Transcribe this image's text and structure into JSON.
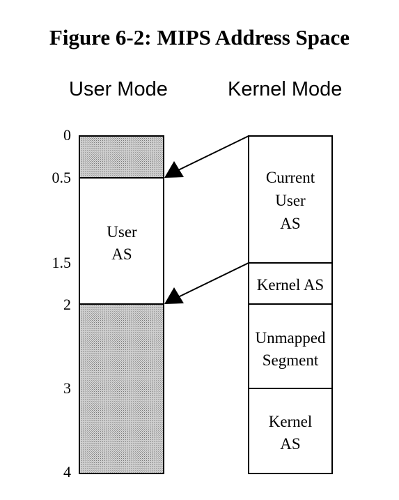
{
  "title": "Figure 6-2: MIPS Address Space",
  "columns": {
    "user_mode": "User Mode",
    "kernel_mode": "Kernel Mode"
  },
  "ticks": [
    "0",
    "0.5",
    "1.5",
    "2",
    "3",
    "4"
  ],
  "user_mode_segments": [
    {
      "from": 0,
      "to": 0.5,
      "label": "",
      "style": "hatched"
    },
    {
      "from": 0.5,
      "to": 2,
      "label_lines": [
        "User",
        "AS"
      ],
      "style": "plain"
    },
    {
      "from": 2,
      "to": 4,
      "label": "",
      "style": "hatched"
    }
  ],
  "kernel_mode_segments": [
    {
      "from": 0,
      "to": 1.5,
      "label_lines": [
        "Current",
        "User",
        "AS"
      ]
    },
    {
      "from": 1.5,
      "to": 2,
      "label_lines": [
        "Kernel AS"
      ]
    },
    {
      "from": 2,
      "to": 3,
      "label_lines": [
        "Unmapped",
        "Segment"
      ]
    },
    {
      "from": 3,
      "to": 4,
      "label_lines": [
        "Kernel",
        "AS"
      ]
    }
  ],
  "mappings": [
    {
      "from_kernel": 0,
      "to_user": 0.5
    },
    {
      "from_kernel": 1.5,
      "to_user": 2
    }
  ],
  "colors": {
    "hatch": "#8c8c8c",
    "line": "#000000"
  }
}
